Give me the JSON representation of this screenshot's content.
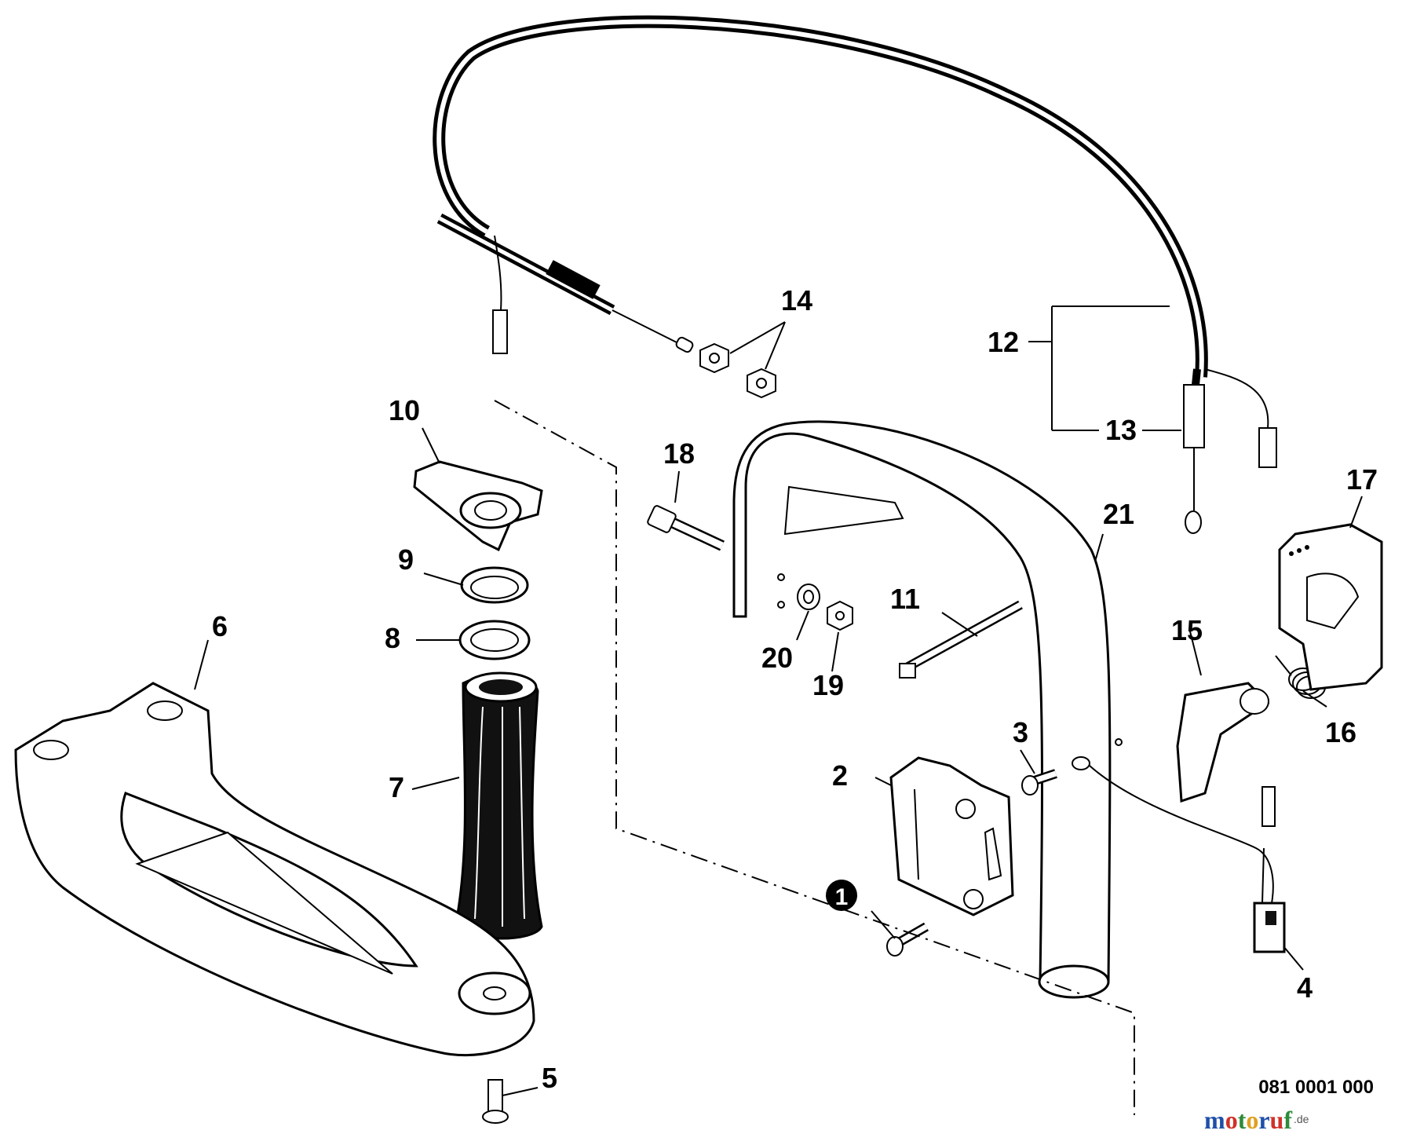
{
  "labels": {
    "p1": "1",
    "p2": "2",
    "p3": "3",
    "p4": "4",
    "p5": "5",
    "p6": "6",
    "p7": "7",
    "p8": "8",
    "p9": "9",
    "p10": "10",
    "p11": "11",
    "p12": "12",
    "p13": "13",
    "p14": "14",
    "p15": "15",
    "p16": "16",
    "p17": "17",
    "p18": "18",
    "p19": "19",
    "p20": "20",
    "p21": "21"
  },
  "part_number": "081 0001 000",
  "watermark": {
    "brand": "motoruf",
    "domain": ".de",
    "colors": [
      "#1f4fa8",
      "#d0322a",
      "#2e8b3a",
      "#e0a020",
      "#1f4fa8",
      "#d0322a",
      "#2e8b3a"
    ]
  }
}
